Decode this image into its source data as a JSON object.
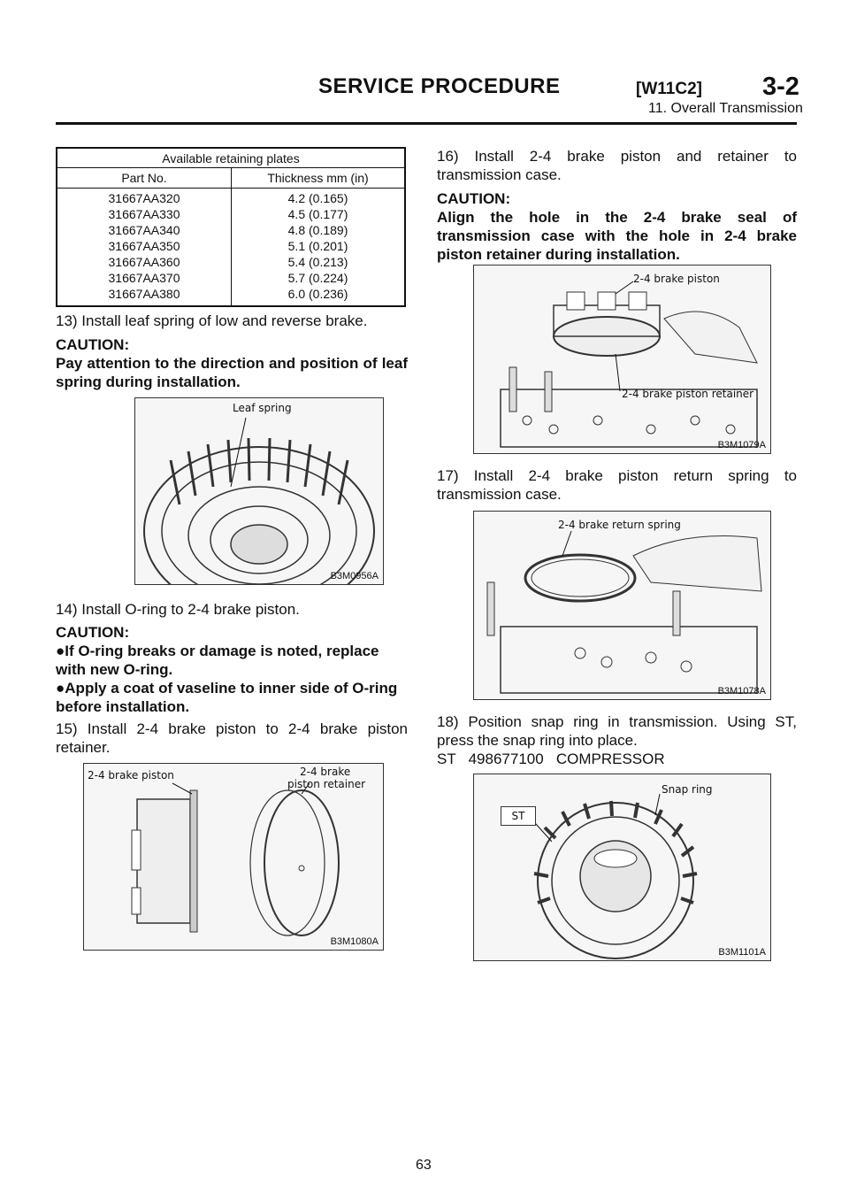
{
  "header": {
    "title": "SERVICE PROCEDURE",
    "code": "[W11C2]",
    "section": "3-2",
    "subtitle": "11. Overall Transmission"
  },
  "table": {
    "caption": "Available retaining plates",
    "col_part": "Part No.",
    "col_thickness": "Thickness mm (in)",
    "parts": [
      "31667AA320",
      "31667AA330",
      "31667AA340",
      "31667AA350",
      "31667AA360",
      "31667AA370",
      "31667AA380"
    ],
    "thickness": [
      "4.2 (0.165)",
      "4.5 (0.177)",
      "4.8 (0.189)",
      "5.1 (0.201)",
      "5.4 (0.213)",
      "5.7 (0.224)",
      "6.0 (0.236)"
    ]
  },
  "left": {
    "step13": "13) Install leaf spring of low and reverse brake.",
    "caution13_label": "CAUTION:",
    "caution13_text": "Pay attention to the direction and position of leaf spring during installation.",
    "fig1_label": "Leaf spring",
    "fig1_code": "B3M0956A",
    "step14": "14) Install O-ring to 2-4 brake piston.",
    "caution14_label": "CAUTION:",
    "caution14_item1": "If O-ring breaks or damage is noted, replace with new O-ring.",
    "caution14_item2": "Apply a coat of vaseline to inner side of O-ring before installation.",
    "step15": "15) Install 2-4 brake piston to 2-4 brake piston retainer.",
    "fig2_label_a": "2-4 brake piston",
    "fig2_label_b1": "2-4 brake",
    "fig2_label_b2": "piston retainer",
    "fig2_code": "B3M1080A"
  },
  "right": {
    "step16": "16) Install 2-4 brake piston and retainer to transmission case.",
    "caution16_label": "CAUTION:",
    "caution16_text": "Align the hole in the 2-4 brake seal of transmission case with the hole in 2-4 brake piston retainer during installation.",
    "fig3_label_a": "2-4 brake piston",
    "fig3_label_b": "2-4 brake piston retainer",
    "fig3_code": "B3M1079A",
    "step17": "17) Install 2-4 brake piston return spring to transmission case.",
    "fig4_label": "2-4 brake return spring",
    "fig4_code": "B3M1078A",
    "step18": "18) Position snap ring in transmission. Using ST, press the snap ring into place.",
    "st_line": "ST   498677100   COMPRESSOR",
    "fig5_label_st": "ST",
    "fig5_label_ring": "Snap ring",
    "fig5_code": "B3M1101A"
  },
  "page_number": "63"
}
